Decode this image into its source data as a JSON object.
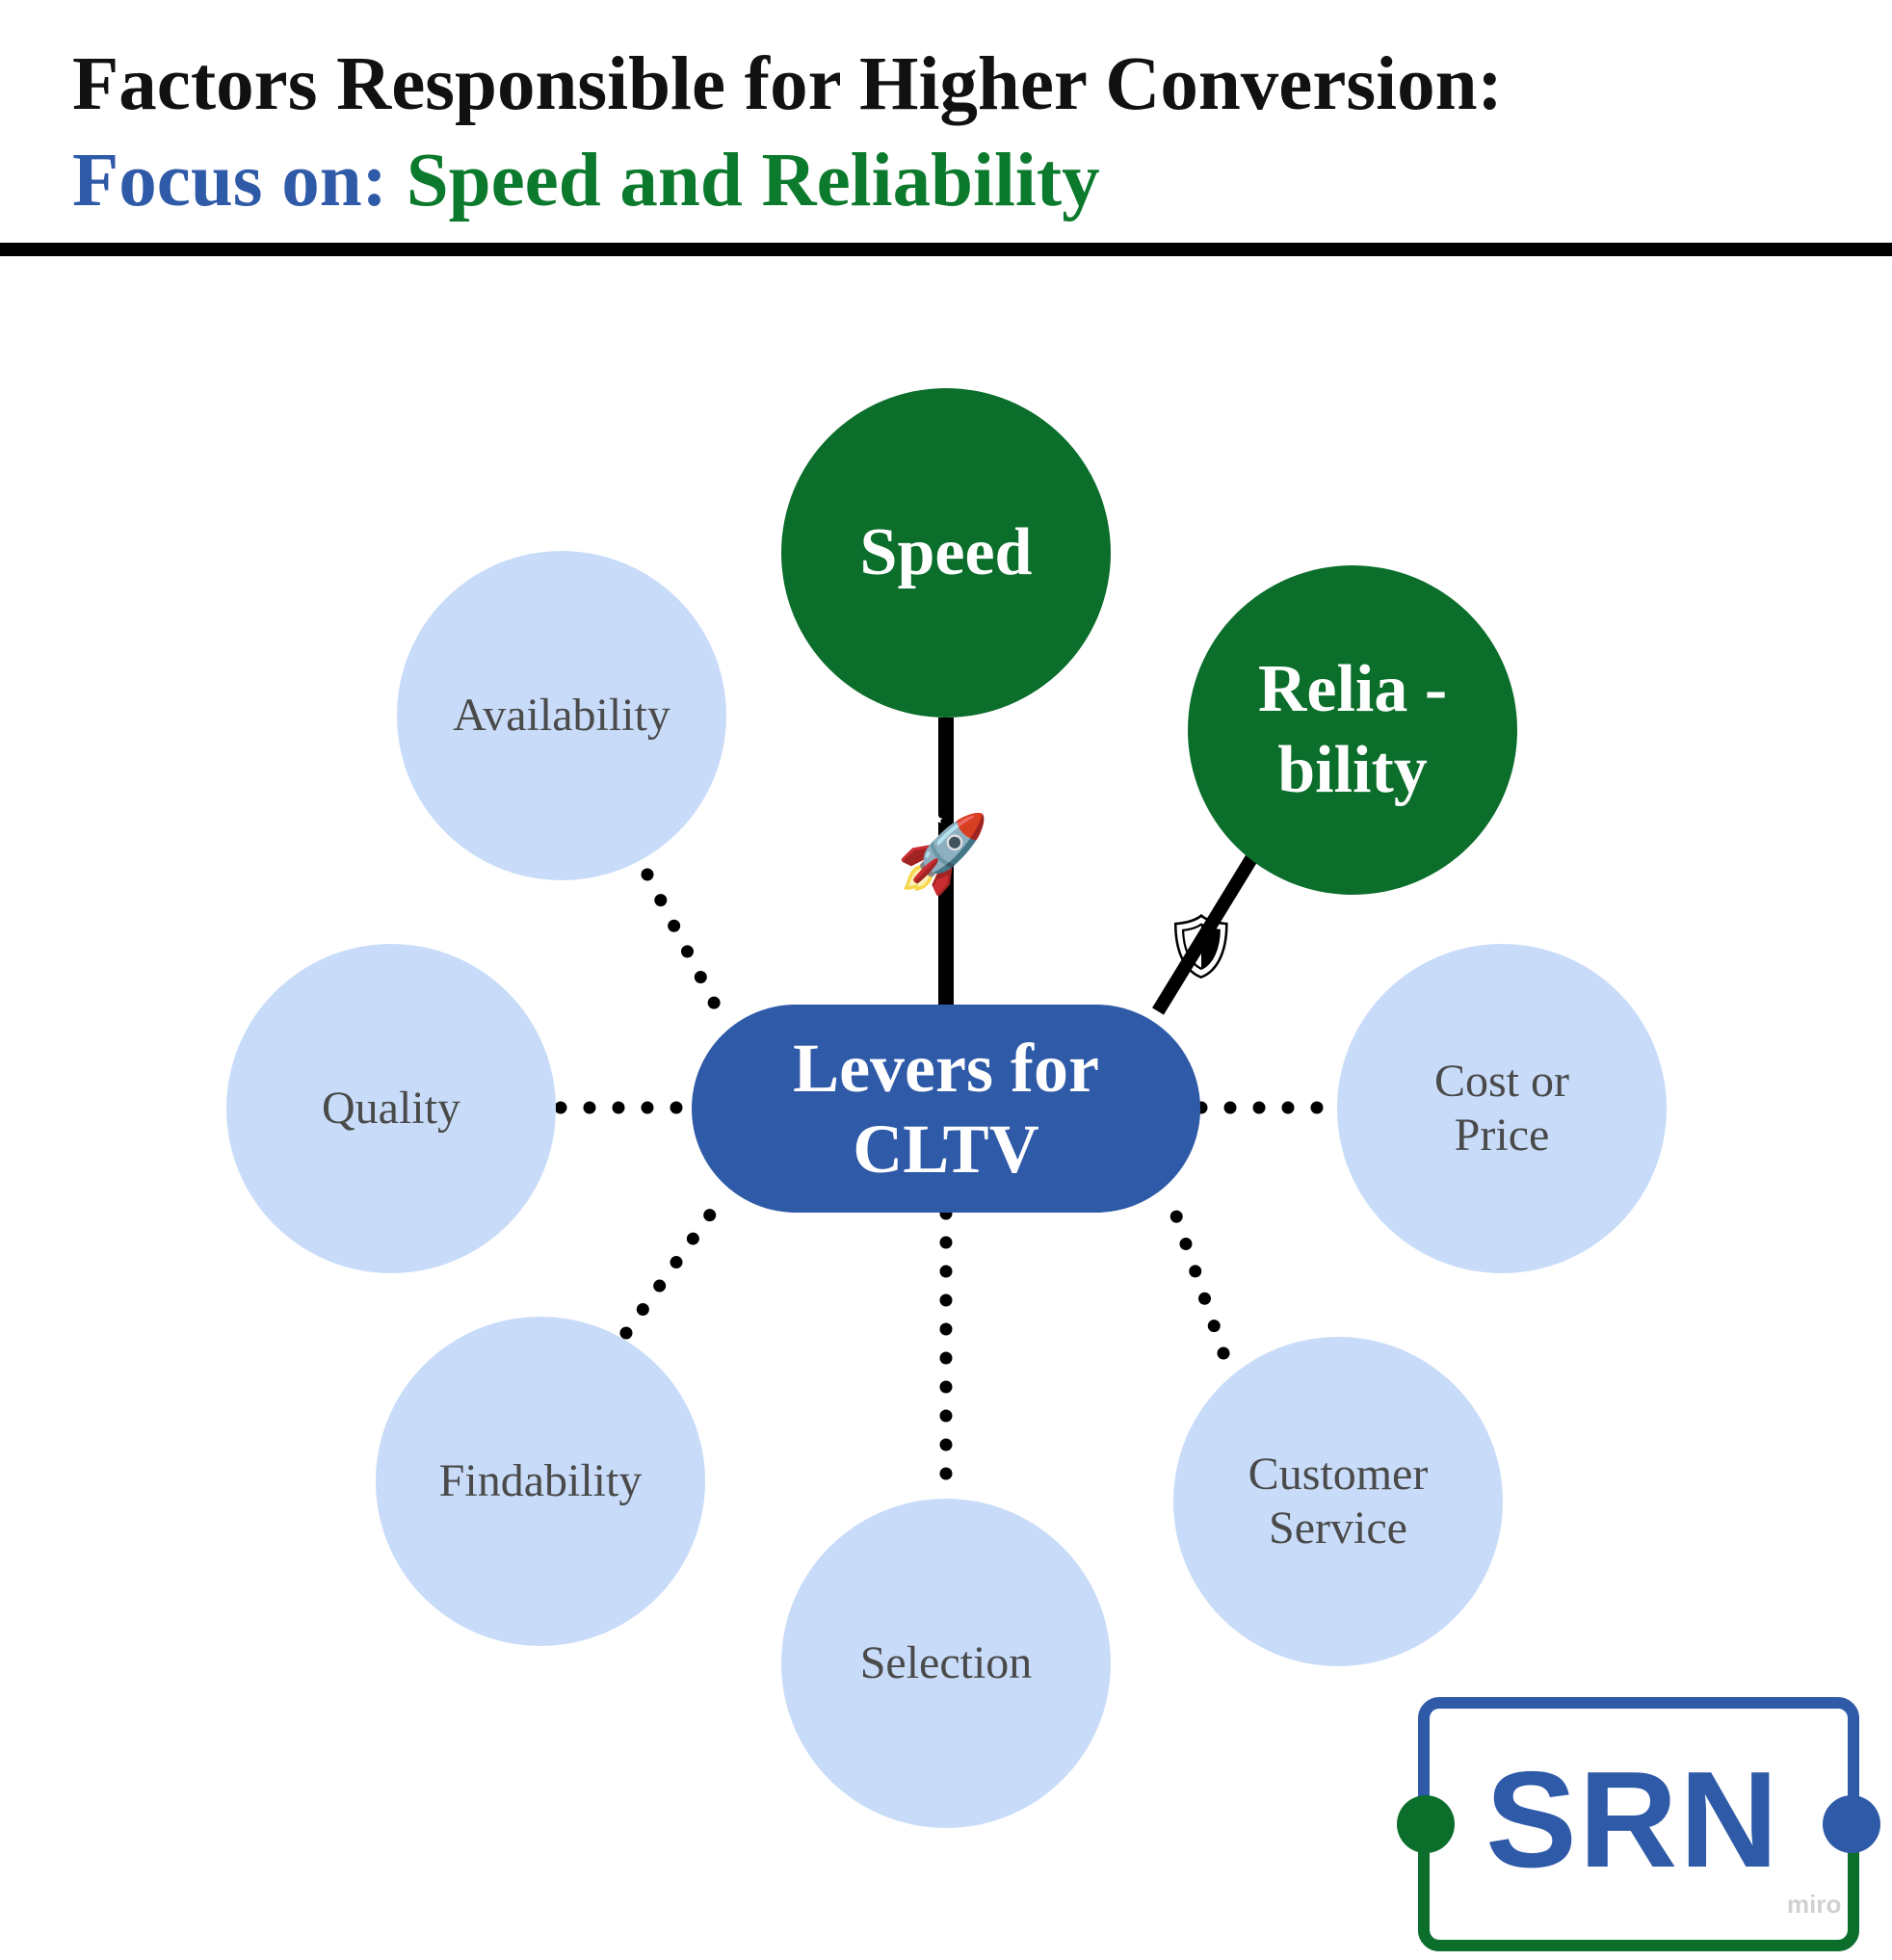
{
  "header": {
    "title": "Factors Responsible for Higher Conversion:",
    "subtitle_prefix": "Focus on:",
    "subtitle_focus": "Speed and Reliability"
  },
  "diagram": {
    "center": "Levers for\nCLTV",
    "focus_nodes": {
      "speed": "Speed",
      "reliability": "Relia -\nbility"
    },
    "factors": {
      "availability": "Availability",
      "quality": "Quality",
      "findability": "Findability",
      "selection": "Selection",
      "customer_service": "Customer\nService",
      "cost": "Cost or\nPrice"
    },
    "icons": {
      "speed_link": "rocket-icon",
      "reliability_link": "shield-icon"
    }
  },
  "logo": {
    "text": "SRN"
  },
  "watermark": "miro",
  "colors": {
    "focus_green": "#0b6e2b",
    "brand_blue": "#2f5aa8",
    "factor_fill": "#c8dcf9",
    "subtitle_green": "#0b7a2c"
  }
}
